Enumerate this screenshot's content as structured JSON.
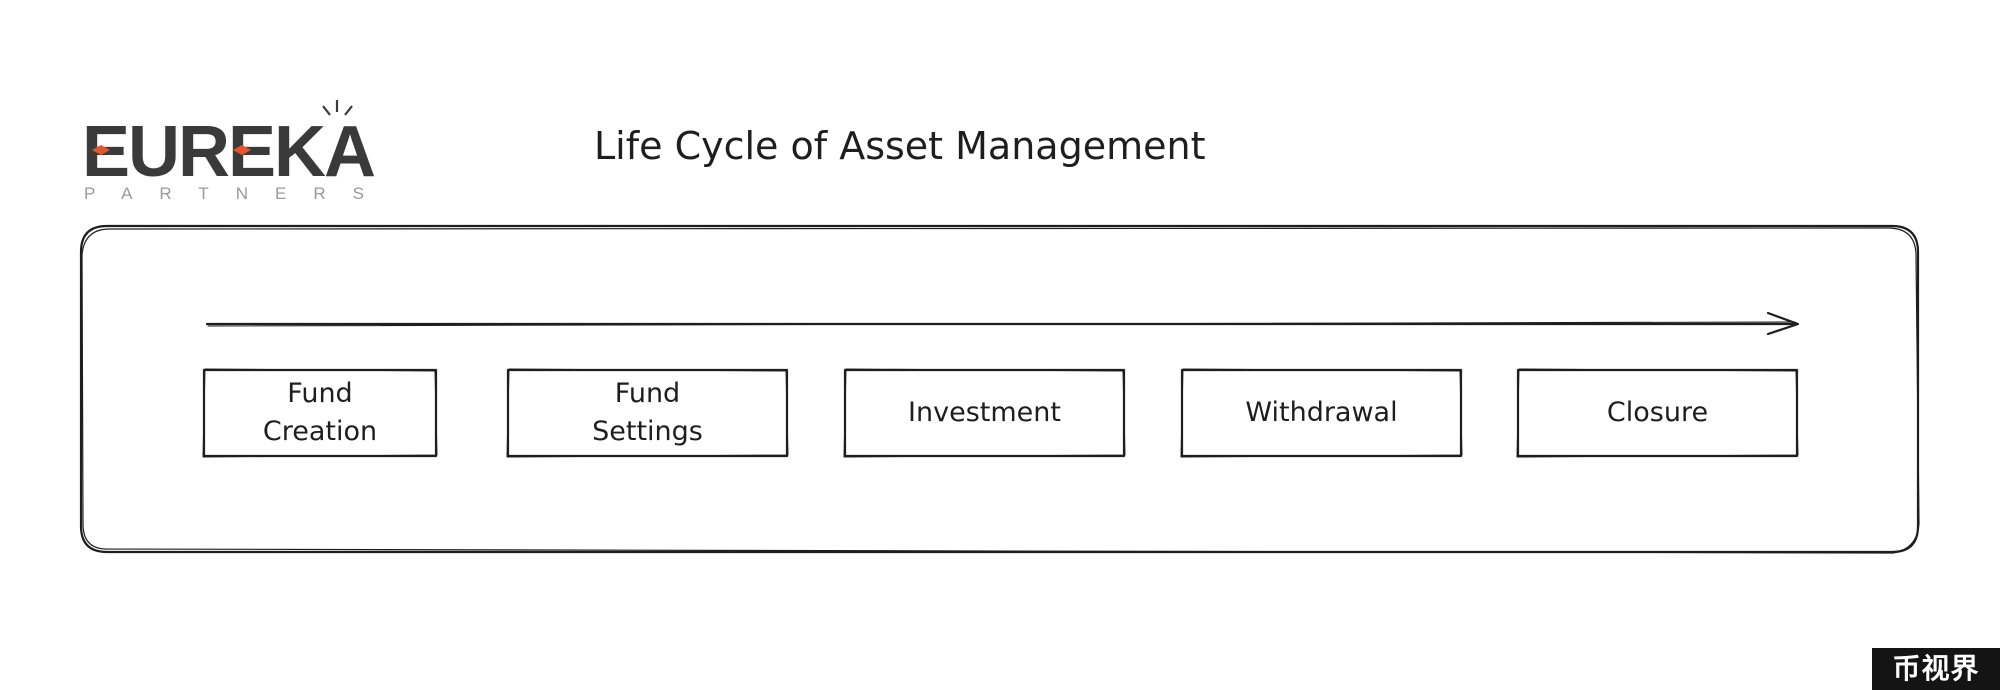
{
  "logo": {
    "wordmark": "EUREKA",
    "subtitle": "PARTNERS",
    "accent_color": "#e4572e",
    "text_color": "#3a3a3a"
  },
  "diagram": {
    "title": "Life Cycle of Asset Management",
    "stages": [
      {
        "label": "Fund\nCreation"
      },
      {
        "label": "Fund\nSettings"
      },
      {
        "label": "Investment"
      },
      {
        "label": "Withdrawal"
      },
      {
        "label": "Closure"
      }
    ],
    "timeline_arrow": "right-arrow-icon"
  },
  "watermark": {
    "text": "币视界"
  }
}
